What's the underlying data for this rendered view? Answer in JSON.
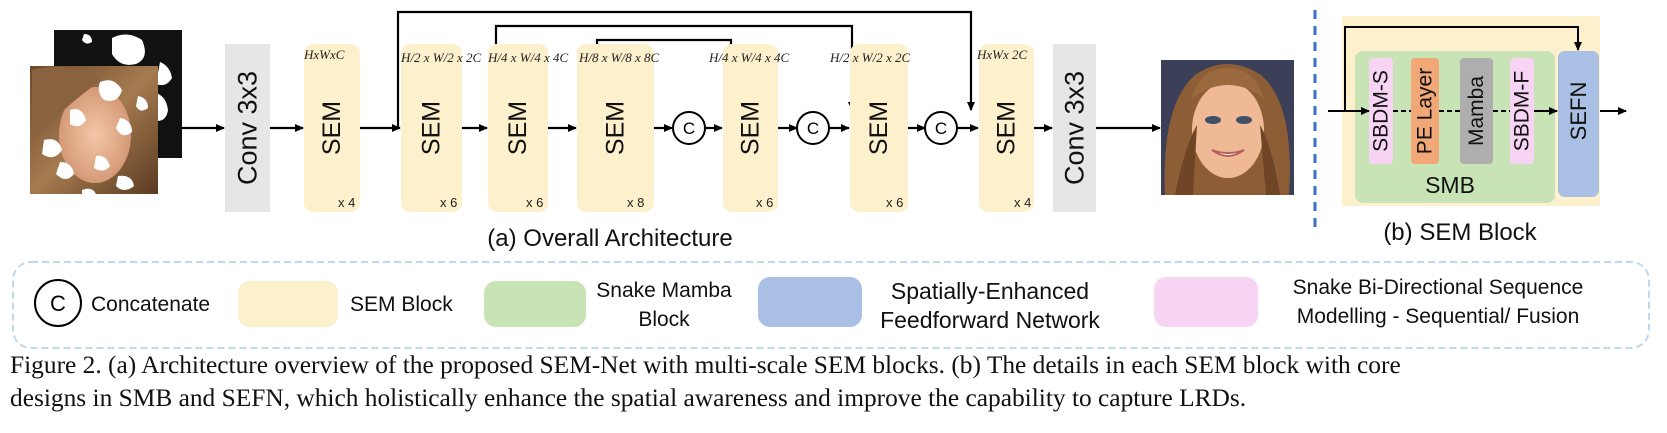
{
  "overall": {
    "conv_label": "Conv 3x3",
    "sem_label": "SEM",
    "concat_symbol": "C",
    "dims": [
      "HxWxC",
      "H/2 x W/2 x 2C",
      "H/4 x W/4 x 4C",
      "H/8 x W/8 x 8C",
      "H/4 x W/4 x 4C",
      "H/2 x W/2 x 2C",
      "HxWx 2C"
    ],
    "repeats": [
      "x 4",
      "x 6",
      "x 6",
      "x 8",
      "x 6",
      "x 6",
      "x 4"
    ],
    "subtitle": "(a) Overall Architecture"
  },
  "sem_block": {
    "sbdm_s": "SBDM-S",
    "pe_layer": "PE Layer",
    "mamba": "Mamba",
    "sbdm_f": "SBDM-F",
    "sefn": "SEFN",
    "smb": "SMB",
    "subtitle": "(b) SEM Block"
  },
  "legend": {
    "concat_symbol": "C",
    "concatenate": "Concatenate",
    "sem_block": "SEM Block",
    "snake_mamba_1": "Snake Mamba",
    "snake_mamba_2": "Block",
    "sefn_1": "Spatially-Enhanced",
    "sefn_2": "Feedforward Network",
    "sbdm_1": "Snake Bi-Directional Sequence",
    "sbdm_2": "Modelling - Sequential/ Fusion"
  },
  "caption": {
    "line1": "Figure 2. (a) Architecture overview of the proposed SEM-Net with multi-scale SEM blocks. (b) The details in each SEM block with core",
    "line2": "designs in SMB and SEFN, which holistically enhance the spatial awareness and improve the capability to capture LRDs."
  },
  "colors": {
    "sem_fill": "#fdf0cc",
    "conv_fill": "#e6e6e6",
    "smb_fill": "#c8e3b6",
    "sefn_fill": "#a9bfe3",
    "sbdm_fill": "#f7d4f3",
    "pe_fill": "#f2a776",
    "mamba_fill": "#aeaeae",
    "dash_blue": "#3a6fc4",
    "legend_border": "#bfd8ec"
  }
}
